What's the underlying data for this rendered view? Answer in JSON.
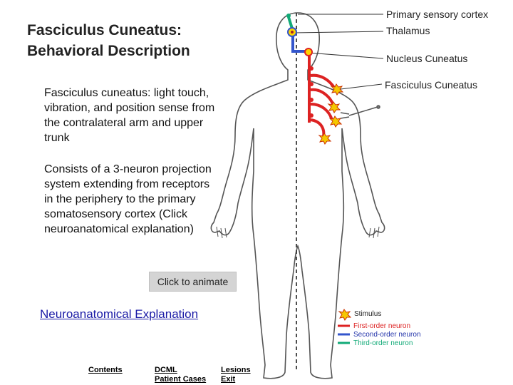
{
  "title": {
    "line1": "Fasciculus Cuneatus:",
    "line2": "Behavioral Description"
  },
  "description": {
    "paragraph1": "Fasciculus cuneatus: light touch, vibration, and position sense from the contralateral arm and upper trunk",
    "paragraph2": "Consists of a 3-neuron projection system extending from receptors in the periphery to the primary somatosensory cortex (Click neuroanatomical explanation)"
  },
  "controls": {
    "animate_label": "Click to animate",
    "neuro_link": "Neuroanatomical Explanation"
  },
  "labels": {
    "cortex": "Primary sensory cortex",
    "thalamus": "Thalamus",
    "nucleus": "Nucleus Cuneatus",
    "fasciculus": "Fasciculus Cuneatus"
  },
  "legend": {
    "stimulus": "Stimulus",
    "first": "First-order neuron",
    "second": "Second-order neuron",
    "third": "Third-order neuron"
  },
  "nav": {
    "contents": "Contents",
    "dcml_line1": "DCML",
    "dcml_line2": "Patient Cases",
    "lesions_line1": "Lesions",
    "lesions_line2": "Exit"
  },
  "colors": {
    "first_order": "#dd2222",
    "second_order": "#3355cc",
    "third_order": "#11aa77",
    "stimulus": "#f5c800"
  }
}
